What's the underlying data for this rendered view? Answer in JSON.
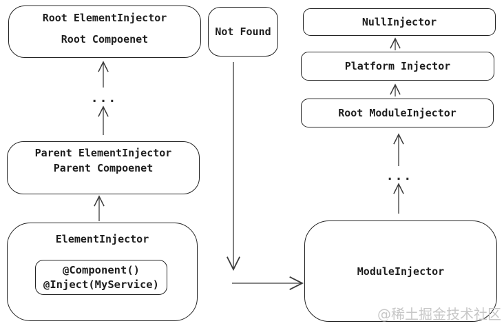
{
  "diagram": {
    "background_color": "#ffffff",
    "box_border_color": "#232323",
    "arrow_color": "#3c3c3c",
    "nodes": {
      "root_element_injector": {
        "line1": "Root ElementInjector",
        "line2": "Root Compoenet"
      },
      "not_found": {
        "label": "Not Found"
      },
      "null_injector": {
        "label": "NullInjector"
      },
      "platform_injector": {
        "label": "Platform Injector"
      },
      "root_module_injector": {
        "label": "Root ModuleInjector"
      },
      "parent_element_injector": {
        "line1": "Parent ElementInjector",
        "line2": "Parent Compoenet"
      },
      "element_injector": {
        "title": "ElementInjector",
        "inner_line1": "@Component()",
        "inner_line2": "@Inject(MyService)"
      },
      "module_injector": {
        "label": "ModuleInjector"
      }
    },
    "ellipsis_left": "...",
    "ellipsis_right": "...",
    "watermark": {
      "text": "@稀土掘金技术社区",
      "color": "#c7c7c7"
    }
  }
}
